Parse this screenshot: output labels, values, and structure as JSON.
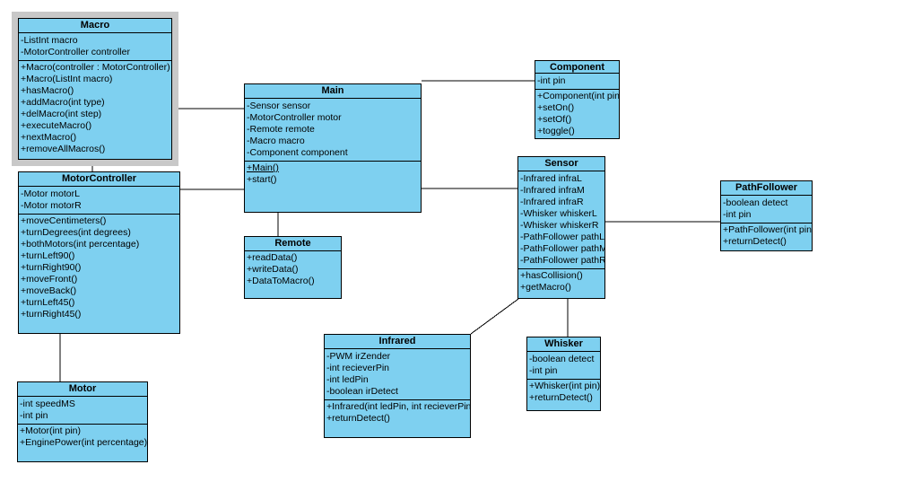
{
  "colors": {
    "box_fill": "#7ed0f0",
    "border": "#000000",
    "selection_halo": "#c8c8c8",
    "background": "#ffffff"
  },
  "classes": {
    "macro": {
      "name": "Macro",
      "selected": true,
      "attributes": [
        "-ListInt macro",
        "-MotorController controller"
      ],
      "methods": [
        "+Macro(controller : MotorController)",
        "+Macro(ListInt macro)",
        "+hasMacro()",
        "+addMacro(int type)",
        "+delMacro(int step)",
        "+executeMacro()",
        "+nextMacro()",
        "+removeAllMacros()"
      ]
    },
    "motorcontroller": {
      "name": "MotorController",
      "attributes": [
        "-Motor motorL",
        "-Motor motorR"
      ],
      "methods": [
        "+moveCentimeters()",
        "+turnDegrees(int degrees)",
        "+bothMotors(int percentage)",
        "+turnLeft90()",
        "+turnRight90()",
        "+moveFront()",
        "+moveBack()",
        "+turnLeft45()",
        "+turnRight45()"
      ]
    },
    "motor": {
      "name": "Motor",
      "attributes": [
        "-int speedMS",
        "-int pin"
      ],
      "methods": [
        "+Motor(int pin)",
        "+EnginePower(int percentage)"
      ]
    },
    "main": {
      "name": "Main",
      "attributes": [
        "-Sensor sensor",
        "-MotorController motor",
        "-Remote remote",
        "-Macro macro",
        "-Component component"
      ],
      "methods": [
        "+Main()",
        "+start()"
      ],
      "static_methods": [
        "+Main()"
      ]
    },
    "remote": {
      "name": "Remote",
      "attributes": [],
      "methods": [
        "+readData()",
        "+writeData()",
        "+DataToMacro()"
      ]
    },
    "component": {
      "name": "Component",
      "attributes": [
        "-int pin"
      ],
      "methods": [
        "+Component(int pin)",
        "+setOn()",
        "+setOf()",
        "+toggle()"
      ]
    },
    "sensor": {
      "name": "Sensor",
      "attributes": [
        "-Infrared infraL",
        "-Infrared infraM",
        "-Infrared infraR",
        "-Whisker whiskerL",
        "-Whisker whiskerR",
        "-PathFollower pathL",
        "-PathFollower pathM",
        "-PathFollower pathR"
      ],
      "methods": [
        "+hasCollision()",
        "+getMacro()"
      ]
    },
    "pathfollower": {
      "name": "PathFollower",
      "attributes": [
        "-boolean detect",
        "-int pin"
      ],
      "methods": [
        "+PathFollower(int pin)",
        "+returnDetect()"
      ]
    },
    "infrared": {
      "name": "Infrared",
      "attributes": [
        "-PWM irZender",
        "-int recieverPin",
        "-int ledPin",
        "-boolean irDetect"
      ],
      "methods": [
        "+Infrared(int ledPin, int recieverPin)",
        "+returnDetect()"
      ]
    },
    "whisker": {
      "name": "Whisker",
      "attributes": [
        "-boolean detect",
        "-int pin"
      ],
      "methods": [
        "+Whisker(int pin)",
        "+returnDetect()"
      ]
    }
  },
  "connections": [
    {
      "from": "Macro",
      "to": "MotorController"
    },
    {
      "from": "Macro",
      "to": "Main"
    },
    {
      "from": "MotorController",
      "to": "Main"
    },
    {
      "from": "MotorController",
      "to": "Motor"
    },
    {
      "from": "Main",
      "to": "Remote"
    },
    {
      "from": "Main",
      "to": "Component"
    },
    {
      "from": "Main",
      "to": "Sensor"
    },
    {
      "from": "Sensor",
      "to": "PathFollower"
    },
    {
      "from": "Sensor",
      "to": "Infrared"
    },
    {
      "from": "Sensor",
      "to": "Whisker"
    }
  ]
}
